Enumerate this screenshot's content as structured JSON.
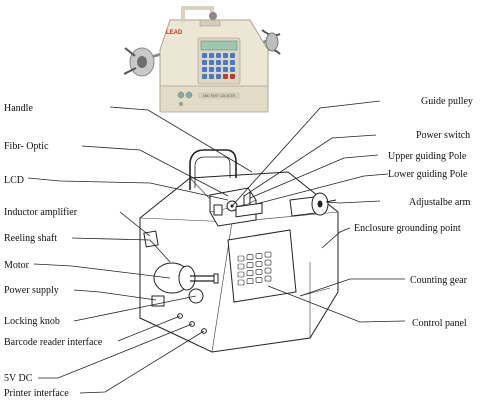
{
  "labels_left": [
    "Handle",
    "Fibr- Optic",
    "LCD",
    "Inductor amplifier",
    "Reeling shaft",
    "Motor",
    "Power supply",
    "Locking knob",
    "Barcode reader interface",
    "5V DC",
    "Printer interface"
  ],
  "labels_right": [
    "Guide pulley",
    "Power switch",
    "Upper guiding Pole",
    "Lower guiding Pole",
    "Adjustalbe arm",
    "Enclosure grounding point",
    "Counting gear",
    "Control panel"
  ],
  "photo": {
    "lcd_text": "",
    "front_label": "SMD PART COUNTER"
  },
  "colors": {
    "ink": "#222222",
    "photo_body": "#ece7d4",
    "keypad": "#4a78c9"
  }
}
